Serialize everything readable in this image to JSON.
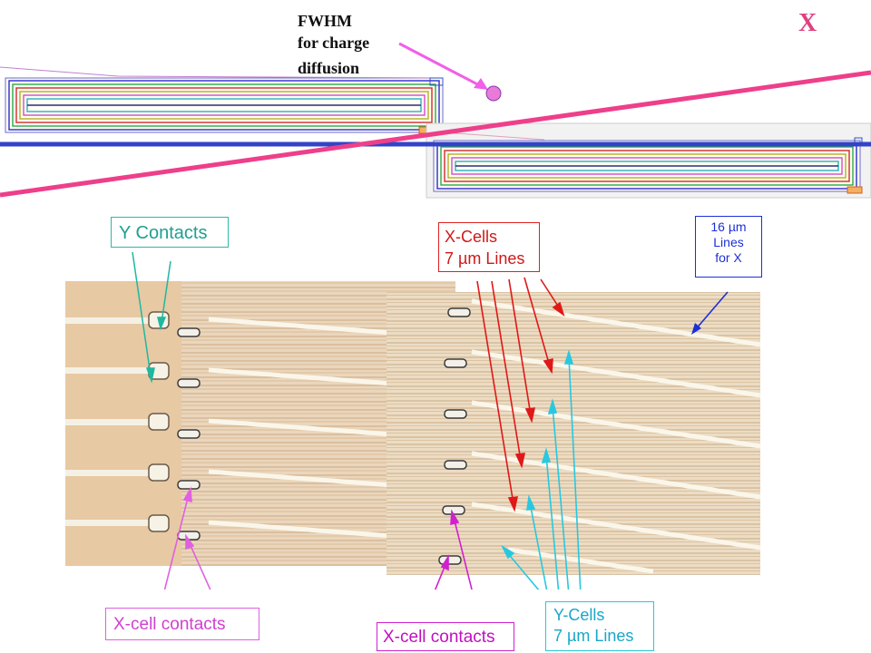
{
  "top": {
    "fwhm_lines": [
      "FWHM",
      "for charge",
      "diffusion"
    ],
    "axis_label": "X"
  },
  "labels": {
    "y_contacts": "Y Contacts",
    "x_cells_line1": "X-Cells",
    "x_cells_line2": "7 µm Lines",
    "sixteen_line1": "16 µm",
    "sixteen_line2": "Lines",
    "sixteen_line3": "for X",
    "x_cell_contacts_left": "X-cell contacts",
    "x_cell_contacts_mid": "X-cell contacts",
    "y_cells_line1": "Y-Cells",
    "y_cells_line2": "7 µm Lines"
  },
  "colors": {
    "magenta_line": "#ee3f8a",
    "blue_line": "#3343c8",
    "y_contacts": "#1f9f8f",
    "x_cells": "#d01818",
    "sixteen_um": "#1d2fd8",
    "x_cell_contacts": "#d040d0",
    "y_cells": "#18a8c8",
    "micrograph_bg": "#e9d3b6"
  }
}
